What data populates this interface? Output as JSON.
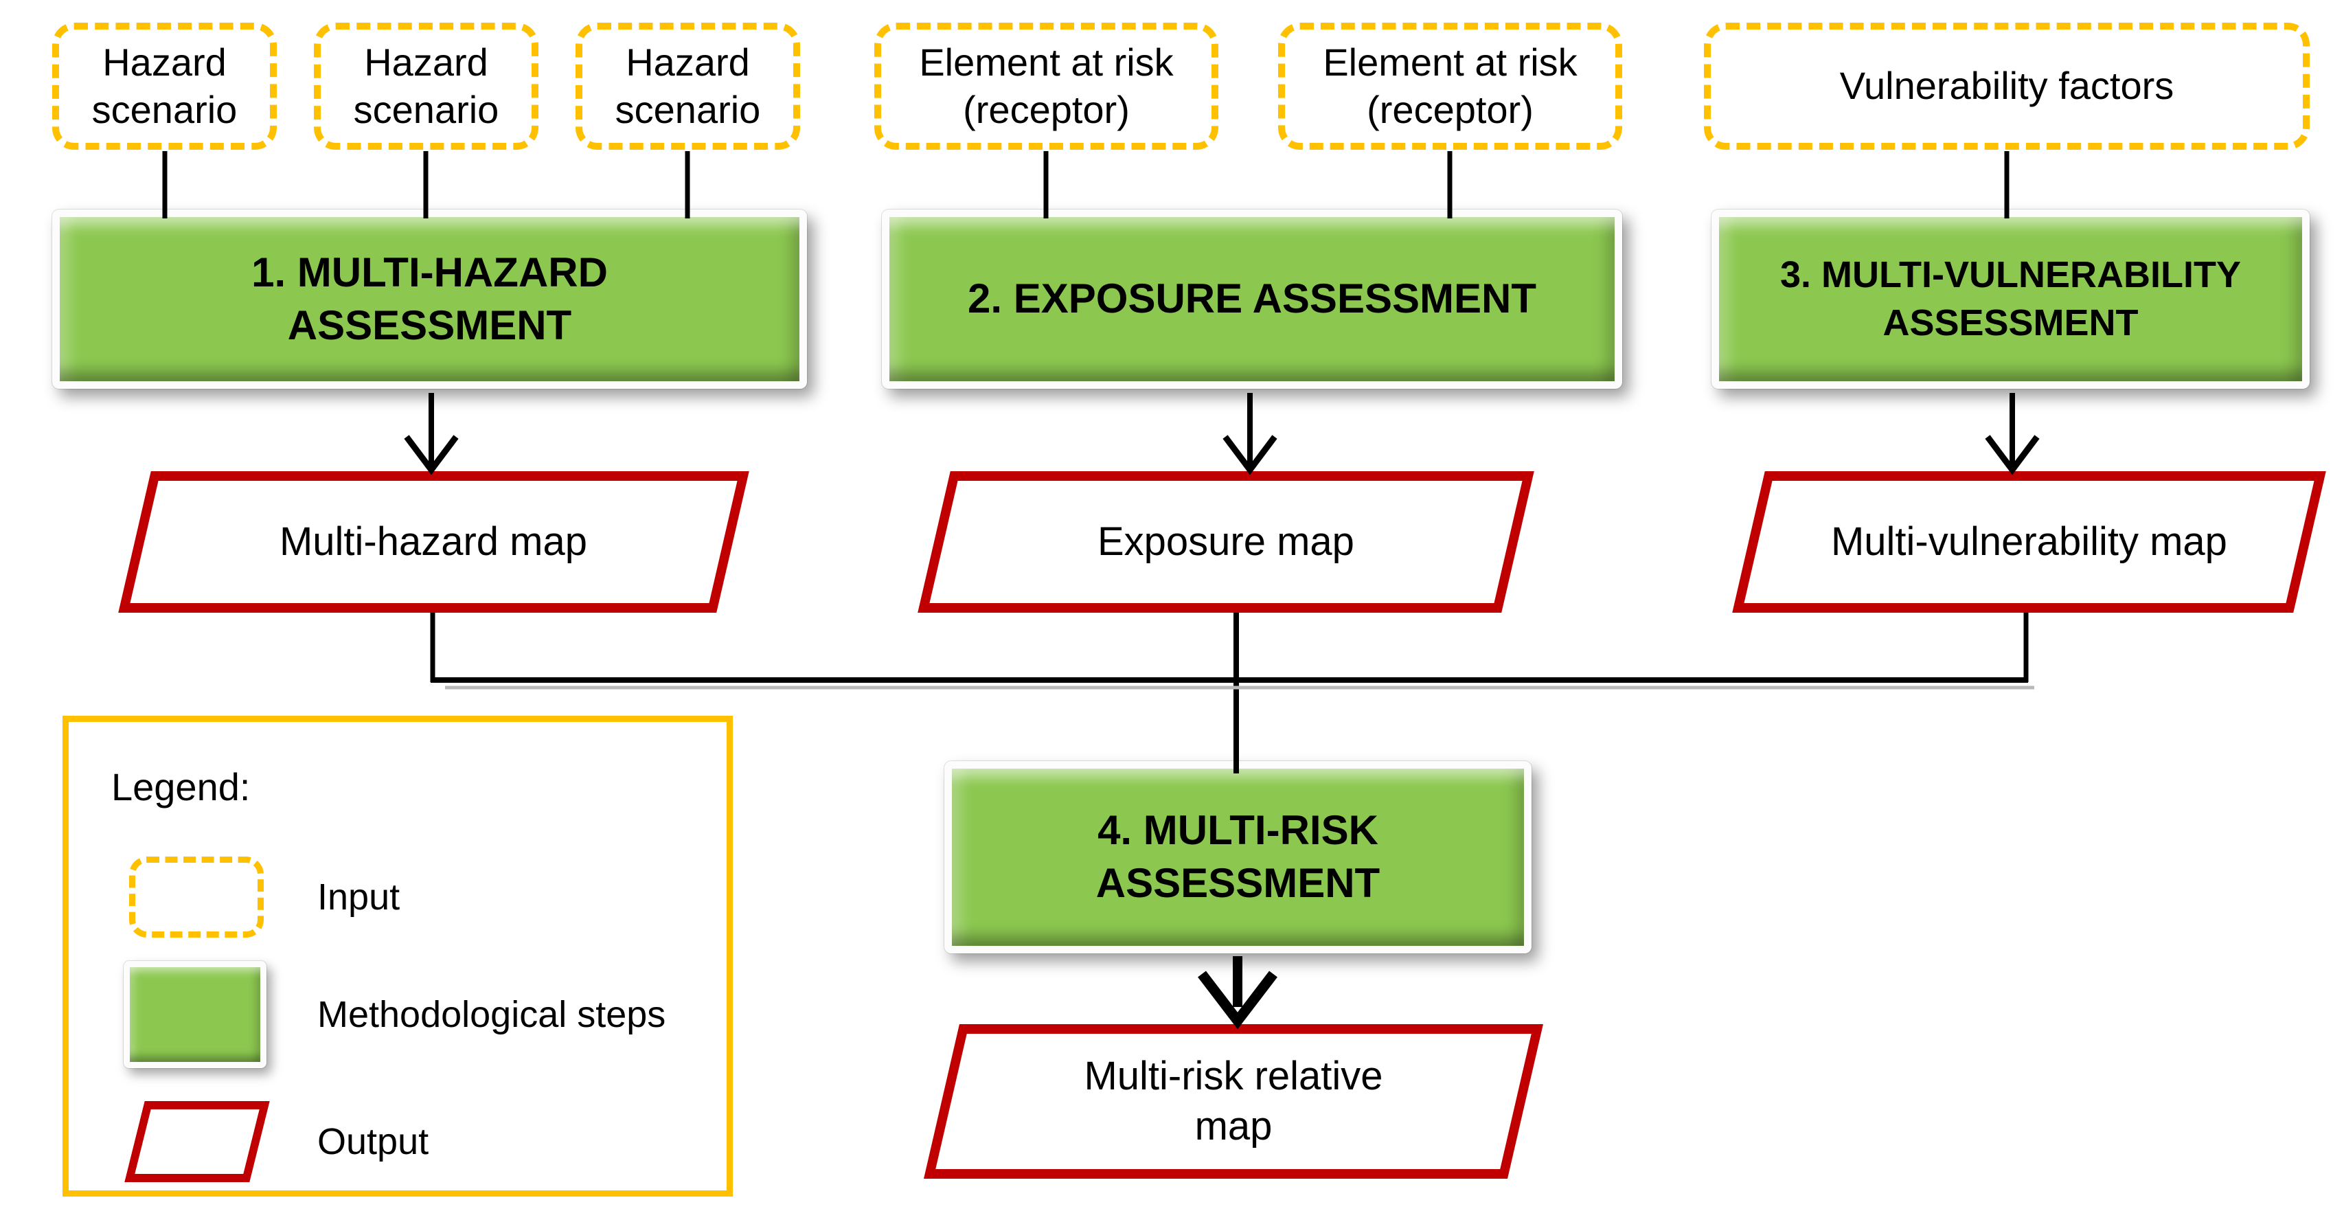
{
  "diagram": {
    "inputs": [
      {
        "label": "Hazard scenario"
      },
      {
        "label": "Hazard scenario"
      },
      {
        "label": "Hazard scenario"
      },
      {
        "label": "Element at risk (receptor)"
      },
      {
        "label": "Element at risk (receptor)"
      },
      {
        "label": "Vulnerability factors"
      }
    ],
    "steps": [
      {
        "label": "1. MULTI-HAZARD ASSESSMENT"
      },
      {
        "label": "2. EXPOSURE ASSESSMENT"
      },
      {
        "label": "3. MULTI-VULNERABILITY ASSESSMENT"
      },
      {
        "label": "4. MULTI-RISK ASSESSMENT"
      }
    ],
    "outputs": [
      {
        "label": "Multi-hazard map"
      },
      {
        "label": "Exposure map"
      },
      {
        "label": "Multi-vulnerability map"
      },
      {
        "label": "Multi-risk relative map"
      }
    ],
    "legend": {
      "title": "Legend:",
      "items": [
        {
          "label": "Input",
          "swatch": "dashed-gold-rounded-rect"
        },
        {
          "label": "Methodological steps",
          "swatch": "green-beveled-rect"
        },
        {
          "label": "Output",
          "swatch": "red-parallelogram-outline"
        }
      ]
    },
    "colors": {
      "input_border": "#FFC000",
      "step_fill": "#8CC850",
      "step_frame": "#FCFCFC",
      "output_border": "#C00000",
      "legend_border": "#FFC000",
      "connector": "#000000",
      "text": "#000000",
      "background": "#FFFFFF"
    }
  }
}
